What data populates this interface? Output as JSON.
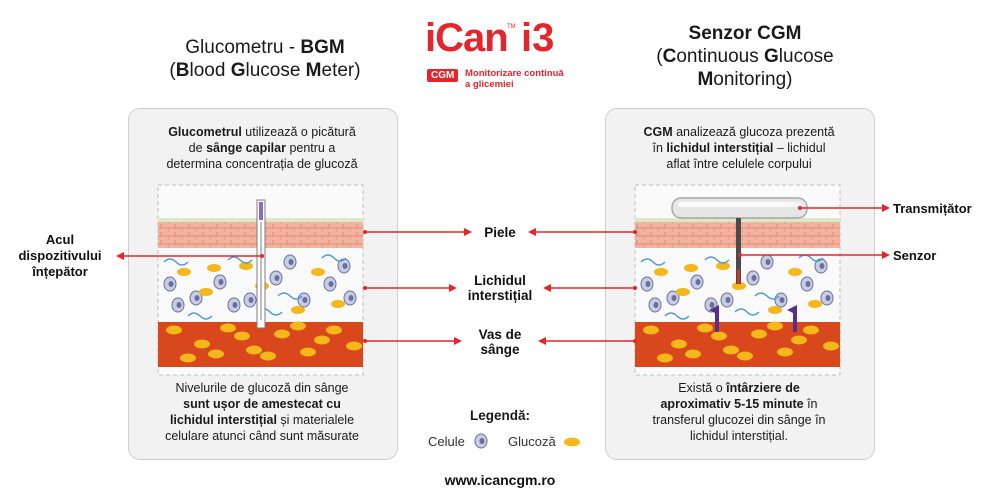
{
  "left_title": {
    "pre": "Glucometru - ",
    "bold": "BGM",
    "line2": [
      [
        "(",
        false
      ],
      [
        "B",
        true
      ],
      [
        "lood ",
        false
      ],
      [
        "G",
        true
      ],
      [
        "lucose ",
        false
      ],
      [
        "M",
        true
      ],
      [
        "eter)",
        false
      ]
    ]
  },
  "right_title": {
    "line1": "Senzor CGM",
    "line2": [
      [
        "(",
        false
      ],
      [
        "C",
        true
      ],
      [
        "ontinuous ",
        false
      ],
      [
        "G",
        true
      ],
      [
        "lucose",
        false
      ]
    ],
    "line3": [
      [
        "M",
        true
      ],
      [
        "onitoring)",
        false
      ]
    ]
  },
  "logo": {
    "brand": "iCan",
    "model": "i3",
    "tm": "TM",
    "badge": "CGM",
    "tagline_1": "Monitorizare continuă",
    "tagline_2": "a glicemiei"
  },
  "left_top_desc": [
    [
      [
        "Glucometrul",
        true
      ],
      [
        " utilizează o picătură",
        false
      ]
    ],
    [
      [
        "de ",
        false
      ],
      [
        "sânge capilar",
        true
      ],
      [
        " pentru a",
        false
      ]
    ],
    [
      [
        "determina concentrația de glucoză",
        false
      ]
    ]
  ],
  "left_bottom_desc": [
    [
      [
        "Nivelurile de glucoză din sânge",
        false
      ]
    ],
    [
      [
        "sunt ușor de amestecat cu",
        true
      ]
    ],
    [
      [
        "lichidul interstițial",
        true
      ],
      [
        " și materialele",
        false
      ]
    ],
    [
      [
        "celulare atunci când sunt măsurate",
        false
      ]
    ]
  ],
  "right_top_desc": [
    [
      [
        "CGM",
        true
      ],
      [
        " analizează glucoza prezentă",
        false
      ]
    ],
    [
      [
        "în ",
        false
      ],
      [
        "lichidul interstițial",
        true
      ],
      [
        " – lichidul",
        false
      ]
    ],
    [
      [
        "aflat între celulele corpului",
        false
      ]
    ]
  ],
  "right_bottom_desc": [
    [
      [
        "Există o ",
        false
      ],
      [
        "întârziere de",
        true
      ]
    ],
    [
      [
        "aproximativ 5-15 minute",
        true
      ],
      [
        " în",
        false
      ]
    ],
    [
      [
        "transferul glucozei din sânge în",
        false
      ]
    ],
    [
      [
        "lichidul interstițial.",
        false
      ]
    ]
  ],
  "labels": {
    "piele": "Piele",
    "lichidul_1": "Lichidul",
    "lichidul_2": "interstițial",
    "vas_1": "Vas de",
    "vas_2": "sânge",
    "acul_1": "Acul",
    "acul_2": "dispozitivului",
    "acul_3": "înțepător",
    "transmitator": "Transmițător",
    "senzor": "Senzor"
  },
  "legend": {
    "title": "Legendă:",
    "cells": "Celule",
    "glucose": "Glucoză"
  },
  "footer": "www.icancgm.ro",
  "colors": {
    "accent_red": "#e4262c",
    "skin": "#f2b3a0",
    "blood": "#d9471c",
    "glucose": "#f4b81a",
    "arrow_purple": "#5b2d8e"
  }
}
